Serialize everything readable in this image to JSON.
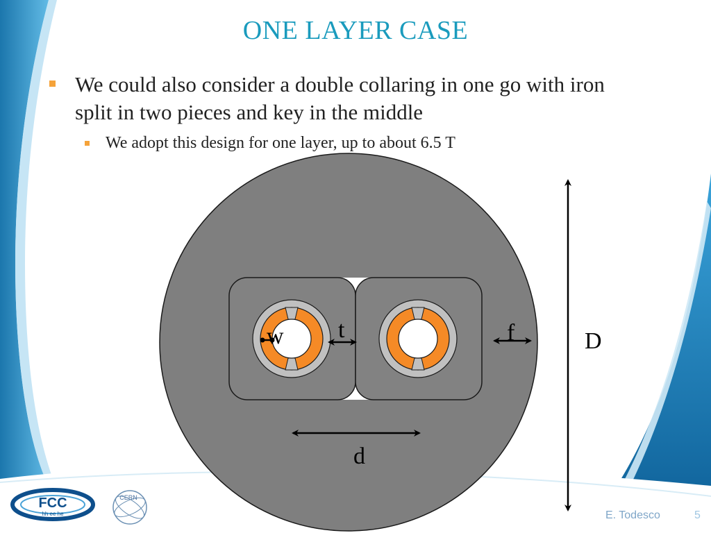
{
  "slide": {
    "title": "ONE LAYER CASE",
    "bullet_1": "We could also consider a double collaring in one go with iron split in two pieces and key in the middle",
    "bullet_2": "We adopt this design for one layer, up to about 6.5 T"
  },
  "diagram": {
    "labels": {
      "w": "w",
      "t": "t",
      "f": "f",
      "D": "D",
      "d": "d"
    },
    "colors": {
      "iron": "#7f7f7f",
      "collar_block": "#828282",
      "collar_ring": "#c0c0c0",
      "coil": "#f58a26",
      "background_accent": "#1a8fc4",
      "title": "#1a9bbd",
      "bullet": "#f5a33a"
    }
  },
  "logos": {
    "fcc_text": "FCC",
    "fcc_sub": "hh ee he",
    "cern_text": "CERN"
  },
  "footer": {
    "author": "E. Todesco",
    "page": "5"
  }
}
